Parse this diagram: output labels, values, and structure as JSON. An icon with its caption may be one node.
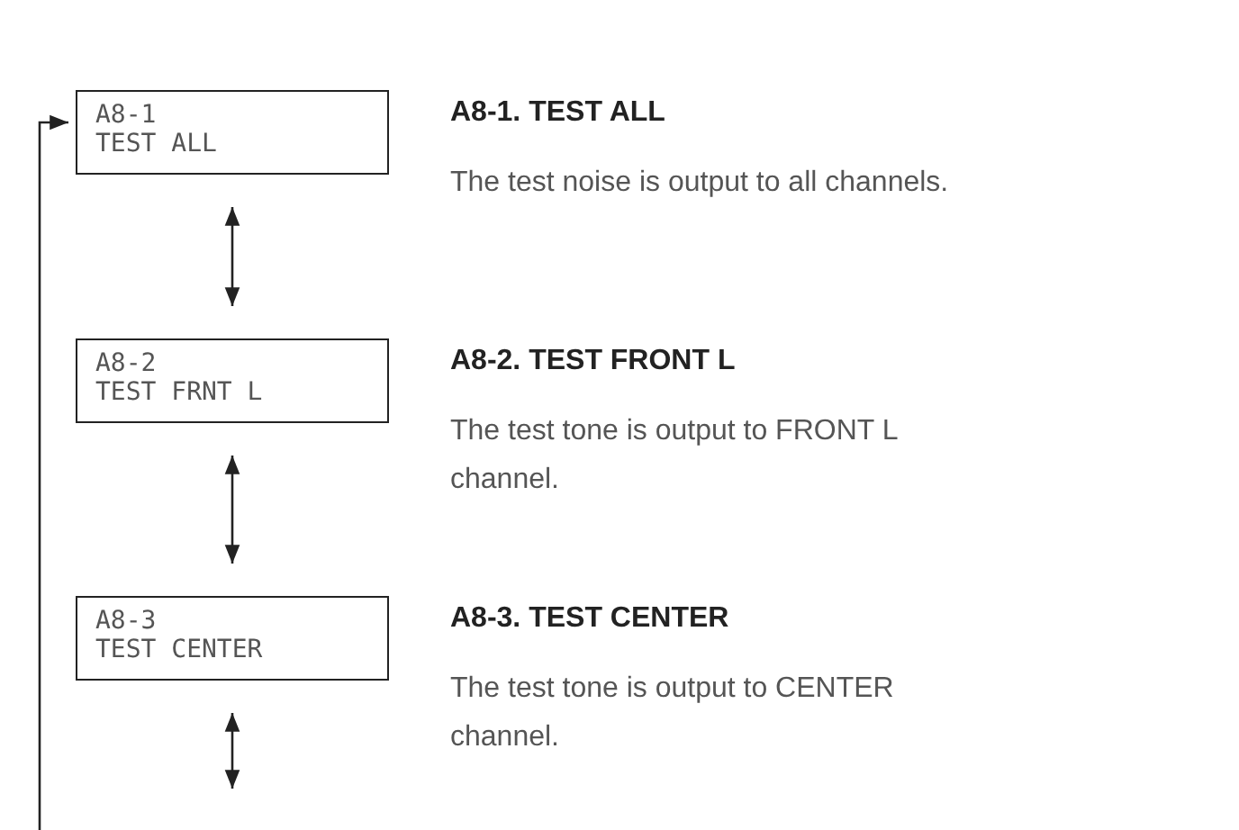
{
  "diagram": {
    "nodes": [
      {
        "text": [
          "A8-1",
          "TEST ALL"
        ],
        "beside": [
          "A8-1. TEST ALL",
          "The test noise is output to all channels."
        ]
      },
      {
        "text": [
          "A8-2",
          "TEST FRNT L"
        ],
        "beside": [
          "A8-2. TEST FRONT L",
          "The test tone is output to FRONT L channel."
        ]
      },
      {
        "text": [
          "A8-3",
          "TEST CENTER"
        ],
        "beside": [
          "A8-3. TEST CENTER",
          "The test tone is output to CENTER channel."
        ]
      }
    ],
    "edges": [
      {
        "from": null,
        "to": 0,
        "arrow": "to"
      },
      {
        "from": 0,
        "to": 1,
        "arrow": "both"
      },
      {
        "from": 1,
        "to": 2,
        "arrow": "both"
      },
      {
        "from": 2,
        "to": null,
        "arrow": "both"
      }
    ]
  }
}
